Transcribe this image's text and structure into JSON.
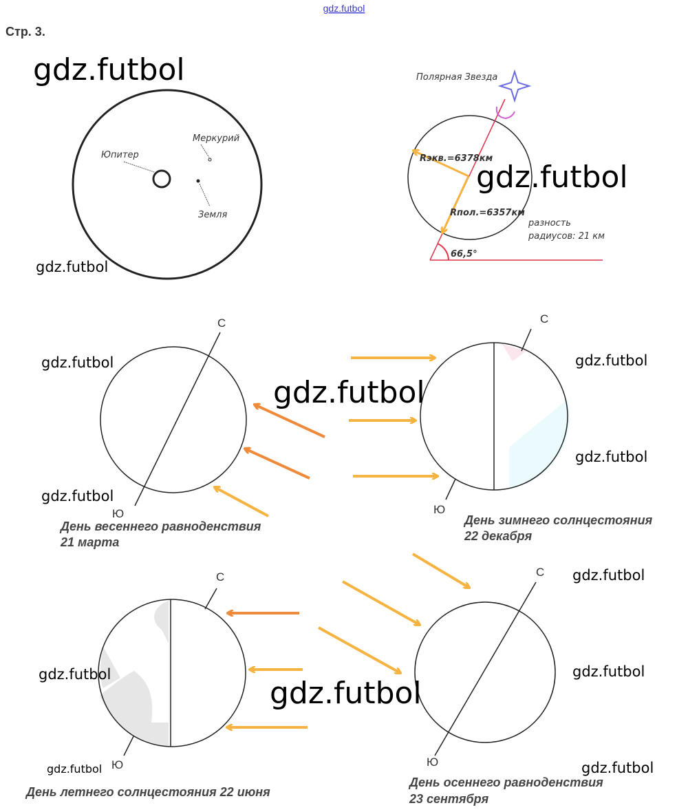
{
  "header": {
    "site_link": "gdz.futbol",
    "page_label": "Стр. 3."
  },
  "watermark": "gdz.futbol",
  "solar_diagram": {
    "jupiter": "Юпитер",
    "mercury": "Меркурий",
    "earth": "Земля"
  },
  "earth_axis_diagram": {
    "polar_star": "Полярная Звезда",
    "r_equatorial": "Rэкв.=6378км",
    "r_polar": "Rпол.=6357км",
    "difference_line1": "разность",
    "difference_line2": "радиусов: 21 км",
    "angle": "66,5°"
  },
  "compass": {
    "north": "С",
    "south": "Ю"
  },
  "seasons": [
    {
      "title": "День весеннего равноденствия",
      "date": "21 марта"
    },
    {
      "title": "День зимнего солнцестояния",
      "date": "22 декабря"
    },
    {
      "title": "День летнего солнцестояния 22 июня",
      "date": ""
    },
    {
      "title": "День осеннего равноденствия",
      "date": "23 сентября"
    }
  ],
  "colors": {
    "arrow": "#f5b342",
    "arrow_dark": "#ee8a3a",
    "axis_red": "#e0304a",
    "star": "#6a6ae0",
    "rotation": "#d060d0"
  }
}
